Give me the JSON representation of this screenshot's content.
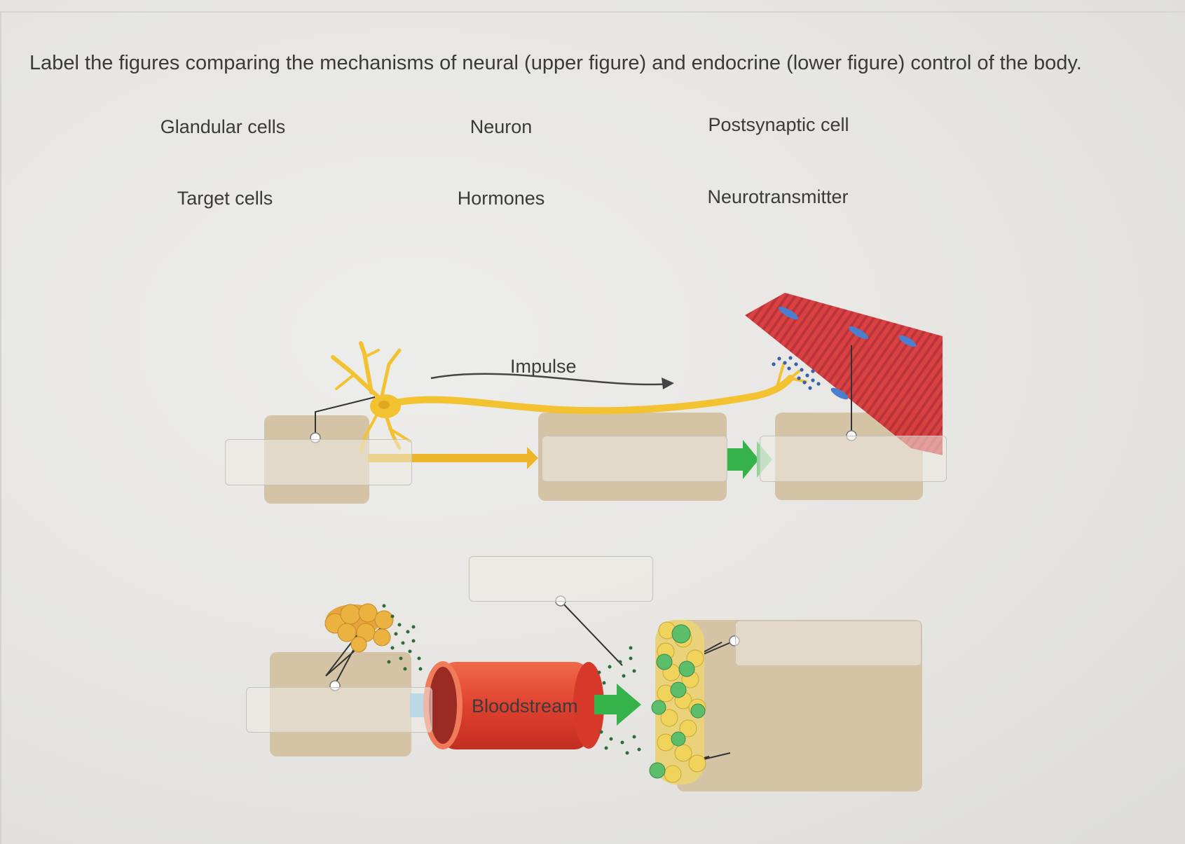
{
  "instruction": "Label the figures comparing the mechanisms of neural (upper figure) and endocrine (lower figure) control of the body.",
  "label_bank": [
    "Glandular cells",
    "Neuron",
    "Postsynaptic cell",
    "Target cells",
    "Hormones",
    "Neurotransmitter"
  ],
  "diagram": {
    "impulse": "Impulse",
    "bloodstream": "Bloodstream"
  },
  "colors": {
    "neuron": "#f2c230",
    "muscle": "#d8383a",
    "tan_box": "#d5c3a6",
    "green_arrow": "#35b24a",
    "blue_arrow": "#2a8fd8",
    "vessel": "#e0412f"
  }
}
